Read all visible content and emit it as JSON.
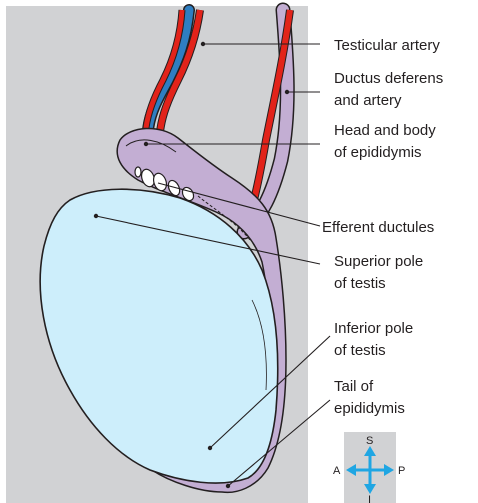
{
  "labels": [
    {
      "lines": [
        "Testicular artery"
      ]
    },
    {
      "lines": [
        "Ductus deferens",
        "and artery"
      ]
    },
    {
      "lines": [
        "Head and body",
        "of epididymis"
      ]
    },
    {
      "lines": [
        "Efferent ductules"
      ]
    },
    {
      "lines": [
        "Superior pole",
        "of testis"
      ]
    },
    {
      "lines": [
        "Inferior pole",
        "of testis"
      ]
    },
    {
      "lines": [
        "Tail of",
        "epididymis"
      ]
    }
  ],
  "compass": {
    "superior": "S",
    "inferior": "I",
    "anterior": "A",
    "posterior": "P"
  },
  "colors": {
    "background_panel": "#d1d2d4",
    "testis": "#cdeefb",
    "epididymis": "#c3aed3",
    "artery": "#e2231a",
    "vein": "#2e7ec1",
    "outline": "#231f20",
    "compass_arrow": "#1fa6e3"
  }
}
